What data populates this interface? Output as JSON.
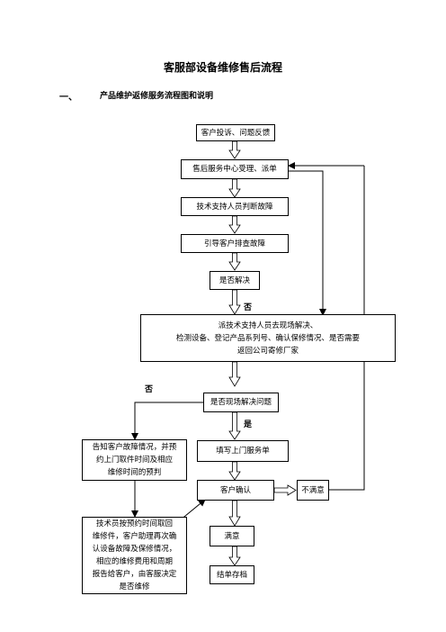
{
  "title": "客服部设备维修售后流程",
  "section": {
    "number": "一、",
    "heading": "产品维护返修服务流程图和说明"
  },
  "nodes": {
    "complaint": "客户投诉、问题反馈",
    "service_center": "售后服务中心受理、派单",
    "tech_judge": "技术支持人员判断故障",
    "guide_check": "引导客户排查故障",
    "resolved": "是否解决",
    "dispatch_line1": "派技术支持人员去现场解决、",
    "dispatch_line2": "检测设备、登记产品系列号、确认保修情况、是否需要",
    "dispatch_line3": "返回公司寄修厂家",
    "onsite_resolved": "是否现场解决问题",
    "notify_line1": "告知客户故障情况，并预",
    "notify_line2": "约上门取件时间及相应",
    "notify_line3": "维修时间的预判",
    "fill_form": "填写上门服务单",
    "customer_confirm": "客户确认",
    "unsatisfied": "不满意",
    "pickup_line1": "技术员按预约时间取回",
    "pickup_line2": "维修件，客户助理再次确",
    "pickup_line3": "认设备故障及保修情况，",
    "pickup_line4": "相应的维修费用和周期",
    "pickup_line5": "报告给客户，由客服决定",
    "pickup_line6": "是否维修",
    "satisfied": "满意",
    "archive": "结单存档"
  },
  "labels": {
    "no_1": "否",
    "no_2": "否",
    "yes": "是"
  }
}
